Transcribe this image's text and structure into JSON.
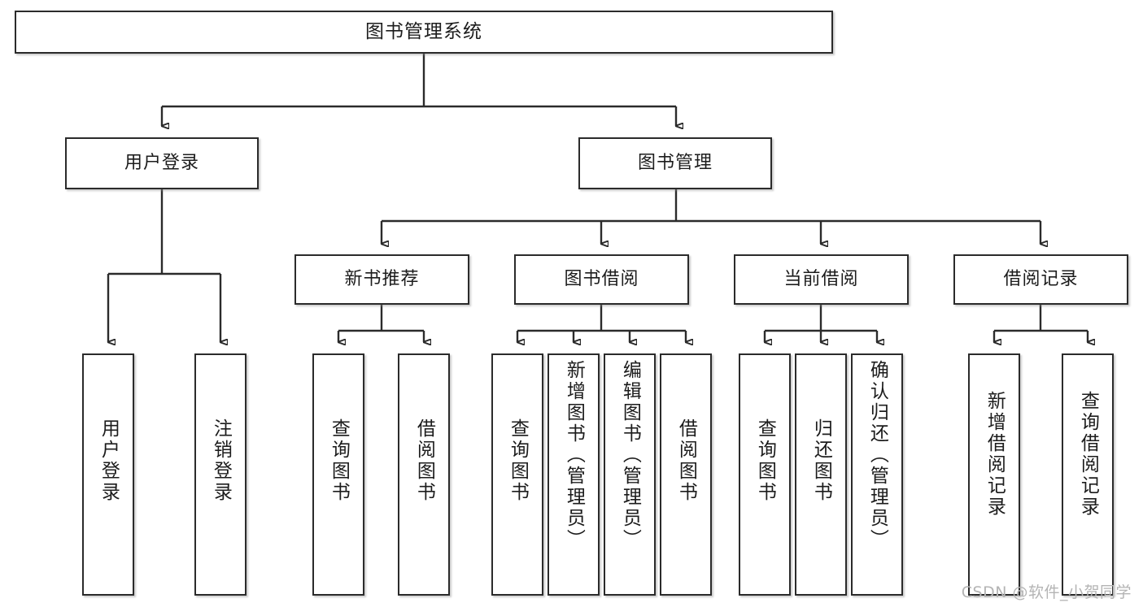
{
  "diagram": {
    "title": "图书管理系统",
    "watermark": "CSDN @软件_小贺同学",
    "root": {
      "id": "root",
      "label": "图书管理系统"
    },
    "level2": [
      {
        "id": "user-login",
        "label": "用户登录"
      },
      {
        "id": "book-manage",
        "label": "图书管理"
      }
    ],
    "level3": [
      {
        "id": "new-book-recommend",
        "label": "新书推荐"
      },
      {
        "id": "book-borrow",
        "label": "图书借阅"
      },
      {
        "id": "current-borrow",
        "label": "当前借阅"
      },
      {
        "id": "borrow-record",
        "label": "借阅记录"
      }
    ],
    "leaves": {
      "user_login": [
        {
          "id": "leaf-user-login",
          "label": "用户登录"
        },
        {
          "id": "leaf-logout-login",
          "label": "注销登录"
        }
      ],
      "new_book_recommend": [
        {
          "id": "leaf-query-book-1",
          "label": "查询图书"
        },
        {
          "id": "leaf-borrow-book-1",
          "label": "借阅图书"
        }
      ],
      "book_borrow": [
        {
          "id": "leaf-query-book-2",
          "label": "查询图书"
        },
        {
          "id": "leaf-add-book",
          "label": "新增图书（管理员）"
        },
        {
          "id": "leaf-edit-book",
          "label": "编辑图书（管理员）"
        },
        {
          "id": "leaf-borrow-book-2",
          "label": "借阅图书"
        }
      ],
      "current_borrow": [
        {
          "id": "leaf-query-book-3",
          "label": "查询图书"
        },
        {
          "id": "leaf-return-book",
          "label": "归还图书"
        },
        {
          "id": "leaf-confirm-return",
          "label": "确认归还（管理员）"
        }
      ],
      "borrow_record": [
        {
          "id": "leaf-add-record",
          "label": "新增借阅记录"
        },
        {
          "id": "leaf-query-record",
          "label": "查询借阅记录"
        }
      ]
    },
    "colors": {
      "stroke": "#2b2b2b",
      "fill": "#ffffff",
      "text": "#1c1c1c",
      "watermark": "#b4b4b4"
    }
  }
}
